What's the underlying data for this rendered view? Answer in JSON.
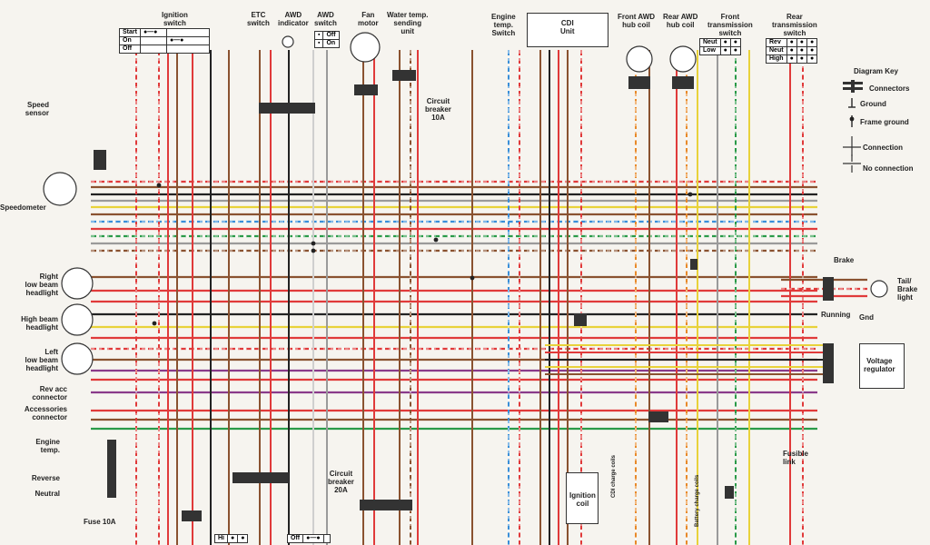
{
  "components": {
    "ignition_switch": "Ignition\nswitch",
    "etc_switch": "ETC\nswitch",
    "awd_indicator": "AWD\nindicator",
    "awd_switch": "AWD\nswitch",
    "fan_motor": "Fan\nmotor",
    "water_temp": "Water temp.\nsending\nunit",
    "engine_temp_switch": "Engine\ntemp.\nSwitch",
    "cdi_unit": "CDI\nUnit",
    "front_awd": "Front AWD\nhub coil",
    "rear_awd": "Rear AWD\nhub coil",
    "front_trans": "Front\ntransmission\nswitch",
    "rear_trans": "Rear\ntransmission\nswitch",
    "speed_sensor": "Speed\nsensor",
    "speedometer": "Speedometer",
    "right_low": "Right\nlow beam\nheadlight",
    "high_beam": "High beam\nheadlight",
    "left_low": "Left\nlow beam\nheadlight",
    "rev_acc": "Rev acc\nconnector",
    "accessories": "Accessories\nconnector",
    "engine_temp": "Engine\ntemp.",
    "reverse": "Reverse",
    "neutral": "Neutral",
    "fuse": "Fuse 10A",
    "cb10": "Circuit\nbreaker\n10A",
    "cb20": "Circuit\nbreaker\n20A",
    "ignition_coil": "Ignition\ncoil",
    "cdi_charge": "CDI charge coils",
    "battery_charge": "Battery charge coils",
    "fusible_link": "Fusible\nlink",
    "voltage_reg": "Voltage\nregulator",
    "tail_light": "Tail/\nBrake\nlight",
    "brake": "Brake",
    "running": "Running",
    "gnd": "Gnd"
  },
  "ignition_table": [
    "Start",
    "On",
    "Off"
  ],
  "awd_table": [
    "Off",
    "On"
  ],
  "front_trans_table": [
    "Neut",
    "Low"
  ],
  "rear_trans_table": [
    "Rev",
    "Neut",
    "High"
  ],
  "bottom_switch1": "Hi",
  "bottom_switch2": "Off",
  "diagram_key": {
    "title": "Diagram Key",
    "connectors": "Connectors",
    "ground": "Ground",
    "frame_ground": "Frame ground",
    "connection": "Connection",
    "no_connection": "No connection"
  },
  "colors": {
    "red": "#e03a3a",
    "brown": "#8a5230",
    "black": "#222222",
    "white": "#cfcfcf",
    "blue": "#3a8fd8",
    "green": "#2a9a48",
    "yellow": "#e8d23a",
    "purple": "#8a3a8a",
    "orange": "#e88a2a",
    "pink": "#e8a0a0",
    "gray": "#9a9a9a"
  }
}
